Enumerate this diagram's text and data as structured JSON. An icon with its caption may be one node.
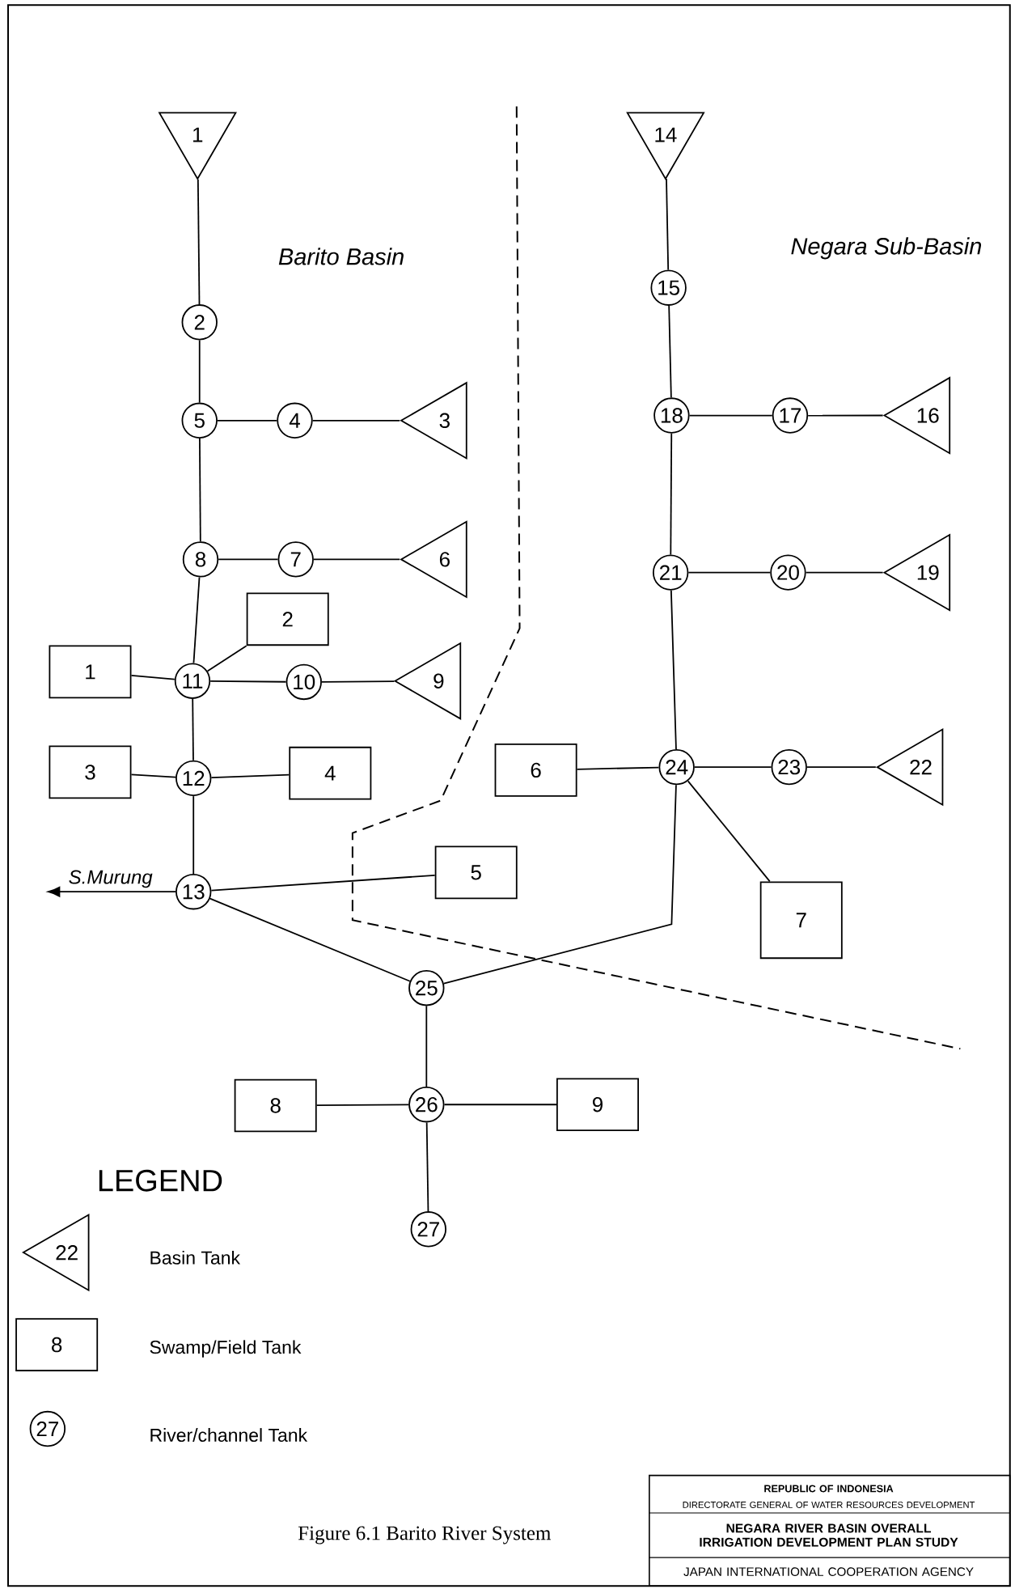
{
  "diagram": {
    "caption": "Figure 6.1 Barito River System",
    "nodes": [
      {
        "text": [
          "1"
        ]
      },
      {
        "text": [
          "2"
        ]
      },
      {
        "text": [
          "5"
        ]
      },
      {
        "text": [
          "4"
        ]
      },
      {
        "text": [
          "3"
        ]
      },
      {
        "text": [
          "8"
        ]
      },
      {
        "text": [
          "7"
        ]
      },
      {
        "text": [
          "6"
        ]
      },
      {
        "text": [
          "2"
        ]
      },
      {
        "text": [
          "1"
        ]
      },
      {
        "text": [
          "11"
        ]
      },
      {
        "text": [
          "10"
        ]
      },
      {
        "text": [
          "9"
        ]
      },
      {
        "text": [
          "3"
        ]
      },
      {
        "text": [
          "12"
        ]
      },
      {
        "text": [
          "4"
        ]
      },
      {
        "text": [
          "5"
        ]
      },
      {
        "text": [
          "13"
        ]
      },
      {
        "text": [
          "14"
        ]
      },
      {
        "text": [
          "15"
        ]
      },
      {
        "text": [
          "18"
        ]
      },
      {
        "text": [
          "17"
        ]
      },
      {
        "text": [
          "16"
        ]
      },
      {
        "text": [
          "21"
        ]
      },
      {
        "text": [
          "20"
        ]
      },
      {
        "text": [
          "19"
        ]
      },
      {
        "text": [
          "6"
        ]
      },
      {
        "text": [
          "24"
        ]
      },
      {
        "text": [
          "23"
        ]
      },
      {
        "text": [
          "22"
        ]
      },
      {
        "text": [
          "7"
        ]
      },
      {
        "text": [
          "25"
        ]
      },
      {
        "text": [
          "8"
        ]
      },
      {
        "text": [
          "26"
        ]
      },
      {
        "text": [
          "9"
        ]
      },
      {
        "text": [
          "27"
        ]
      },
      {
        "text": [
          "22"
        ]
      },
      {
        "text": [
          "8"
        ]
      },
      {
        "text": [
          "27"
        ]
      }
    ],
    "edges": [
      {
        "from": 0,
        "to": 1,
        "arrow": "none"
      },
      {
        "from": 1,
        "to": 2,
        "arrow": "none"
      },
      {
        "from": 3,
        "to": 2,
        "arrow": "none"
      },
      {
        "from": 4,
        "to": 3,
        "arrow": "none"
      },
      {
        "from": 2,
        "to": 5,
        "arrow": "none"
      },
      {
        "from": 6,
        "to": 5,
        "arrow": "none"
      },
      {
        "from": 7,
        "to": 6,
        "arrow": "none"
      },
      {
        "from": 5,
        "to": 10,
        "arrow": "none"
      },
      {
        "from": 8,
        "to": 10,
        "arrow": "none"
      },
      {
        "from": 9,
        "to": 10,
        "arrow": "none"
      },
      {
        "from": 11,
        "to": 10,
        "arrow": "none"
      },
      {
        "from": 12,
        "to": 11,
        "arrow": "none"
      },
      {
        "from": 10,
        "to": 14,
        "arrow": "none"
      },
      {
        "from": 13,
        "to": 14,
        "arrow": "none"
      },
      {
        "from": 15,
        "to": 14,
        "arrow": "none"
      },
      {
        "from": 14,
        "to": 17,
        "arrow": "none"
      },
      {
        "from": 16,
        "to": 17,
        "arrow": "none"
      },
      {
        "from": 17,
        "to": 31,
        "arrow": "none"
      },
      {
        "from": 17,
        "to": null,
        "arrow": "to",
        "label": "S.Murung"
      },
      {
        "from": 18,
        "to": 19,
        "arrow": "none"
      },
      {
        "from": 19,
        "to": 20,
        "arrow": "none"
      },
      {
        "from": 21,
        "to": 20,
        "arrow": "none"
      },
      {
        "from": 22,
        "to": 21,
        "arrow": "none"
      },
      {
        "from": 20,
        "to": 23,
        "arrow": "none"
      },
      {
        "from": 24,
        "to": 23,
        "arrow": "none"
      },
      {
        "from": 25,
        "to": 24,
        "arrow": "none"
      },
      {
        "from": 23,
        "to": 27,
        "arrow": "none"
      },
      {
        "from": 26,
        "to": 27,
        "arrow": "none"
      },
      {
        "from": 28,
        "to": 27,
        "arrow": "none"
      },
      {
        "from": 29,
        "to": 28,
        "arrow": "none"
      },
      {
        "from": 30,
        "to": 27,
        "arrow": "none"
      },
      {
        "from": 27,
        "to": 31,
        "arrow": "none"
      },
      {
        "from": 31,
        "to": 33,
        "arrow": "none"
      },
      {
        "from": 32,
        "to": 33,
        "arrow": "none"
      },
      {
        "from": 34,
        "to": 33,
        "arrow": "none"
      },
      {
        "from": 33,
        "to": 35,
        "arrow": "none"
      }
    ],
    "labels": [
      "Barito Basin",
      "Negara Sub-Basin",
      "LEGEND",
      "REPUBLIC OF INDONESIA",
      "DIRECTORATE GENERAL OF WATER RESOURCES DEVELOPMENT",
      "NEGARA RIVER BASIN OVERALL IRRIGATION DEVELOPMENT PLAN STUDY",
      "JAPAN INTERNATIONAL COOPERATION AGENCY"
    ],
    "legend": [
      {
        "text": "Basin Tank"
      },
      {
        "text": "Swamp/Field Tank"
      },
      {
        "text": "River/channel Tank"
      }
    ]
  }
}
